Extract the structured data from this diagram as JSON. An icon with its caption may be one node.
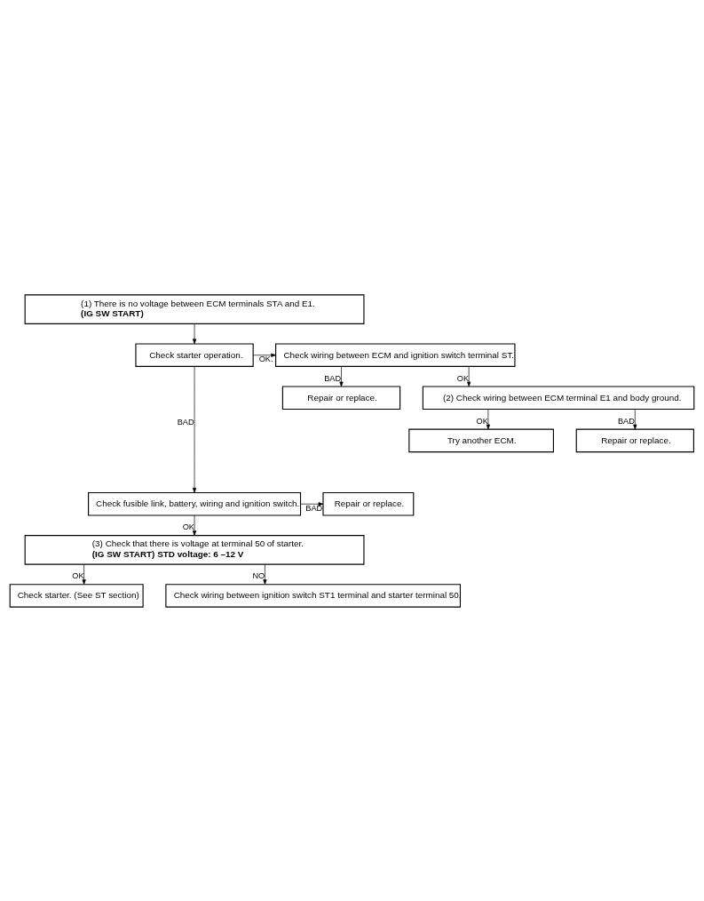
{
  "diagram": {
    "nodes": [
      {
        "text": [
          "(1) There is no voltage between ECM terminals STA and E1.",
          "(IG SW START)"
        ]
      },
      {
        "text": [
          "Check starter operation."
        ]
      },
      {
        "text": [
          "Check wiring between ECM and ignition switch terminal ST."
        ]
      },
      {
        "text": [
          "Repair or replace."
        ]
      },
      {
        "text": [
          "(2) Check wiring between ECM terminal E1 and body ground."
        ]
      },
      {
        "text": [
          "Try another ECM."
        ]
      },
      {
        "text": [
          "Repair or replace."
        ]
      },
      {
        "text": [
          "Check fusible link, battery, wiring and ignition switch."
        ]
      },
      {
        "text": [
          "Repair or replace."
        ]
      },
      {
        "text": [
          "(3) Check that there is voltage at terminal 50 of starter.",
          "(IG SW START) STD voltage: 6 –12 V"
        ]
      },
      {
        "text": [
          "Check starter. (See ST section)"
        ]
      },
      {
        "text": [
          "Check wiring between ignition switch ST1 terminal and starter terminal 50."
        ]
      }
    ],
    "edges": [
      {
        "from": 0,
        "to": 1,
        "arrow": "to"
      },
      {
        "from": 1,
        "to": 2,
        "arrow": "to",
        "label": "OK."
      },
      {
        "from": 2,
        "to": 3,
        "arrow": "to",
        "label": "BAD"
      },
      {
        "from": 2,
        "to": 4,
        "arrow": "to",
        "label": "OK"
      },
      {
        "from": 4,
        "to": 5,
        "arrow": "to",
        "label": "OK"
      },
      {
        "from": 4,
        "to": 6,
        "arrow": "to",
        "label": "BAD"
      },
      {
        "from": 1,
        "to": 7,
        "arrow": "to",
        "label": "BAD"
      },
      {
        "from": 7,
        "to": 8,
        "arrow": "to",
        "label": "BAD"
      },
      {
        "from": 7,
        "to": 9,
        "arrow": "to",
        "label": "OK"
      },
      {
        "from": 9,
        "to": 10,
        "arrow": "to",
        "label": "OK"
      },
      {
        "from": 9,
        "to": 11,
        "arrow": "to",
        "label": "NO"
      }
    ]
  }
}
